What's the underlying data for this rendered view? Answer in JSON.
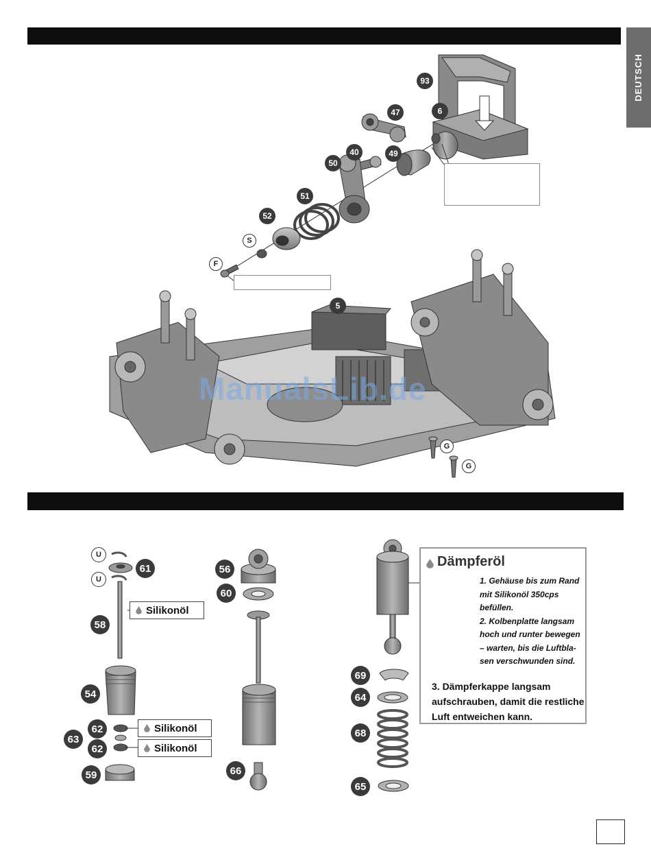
{
  "side_tab": {
    "label": "DEUTSCH"
  },
  "watermark": {
    "text": "ManualsLib.de"
  },
  "top_parts": {
    "p93": "93",
    "p6": "6",
    "p47": "47",
    "p40": "40",
    "p49": "49",
    "p50": "50",
    "p51": "51",
    "p52": "52",
    "pS": "S",
    "pF": "F",
    "p5": "5",
    "pG1": "G",
    "pG2": "G"
  },
  "shock_parts": {
    "p61": "61",
    "pU1": "U",
    "pU2": "U",
    "p58": "58",
    "p54": "54",
    "p62a": "62",
    "p63": "63",
    "p62b": "62",
    "p59": "59",
    "p56": "56",
    "p60": "60",
    "p66": "66",
    "p69": "69",
    "p64": "64",
    "p68": "68",
    "p65": "65"
  },
  "oil_labels": {
    "rod": "Silikonöl",
    "o_ring_1": "Silikonöl",
    "o_ring_2": "Silikonöl"
  },
  "info_box": {
    "title": "Dämpferöl",
    "step1_l1": "1.  Gehäuse bis zum Rand",
    "step1_l2": "mit Silikonöl 350cps",
    "step1_l3": "befüllen.",
    "step2_l1": "2.  Kolbenplatte langsam",
    "step2_l2": "hoch und runter bewegen",
    "step2_l3": "– warten, bis die Luftbla-",
    "step2_l4": "sen verschwunden sind.",
    "step3": "3. Dämpferkappe langsam aufschrauben, damit die restliche Luft entweichen kann."
  },
  "colors": {
    "bar": "#0d0d0d",
    "tab": "#6e6e6e",
    "part_gray": "#9b9b9b",
    "part_dark": "#5a5a5a"
  }
}
